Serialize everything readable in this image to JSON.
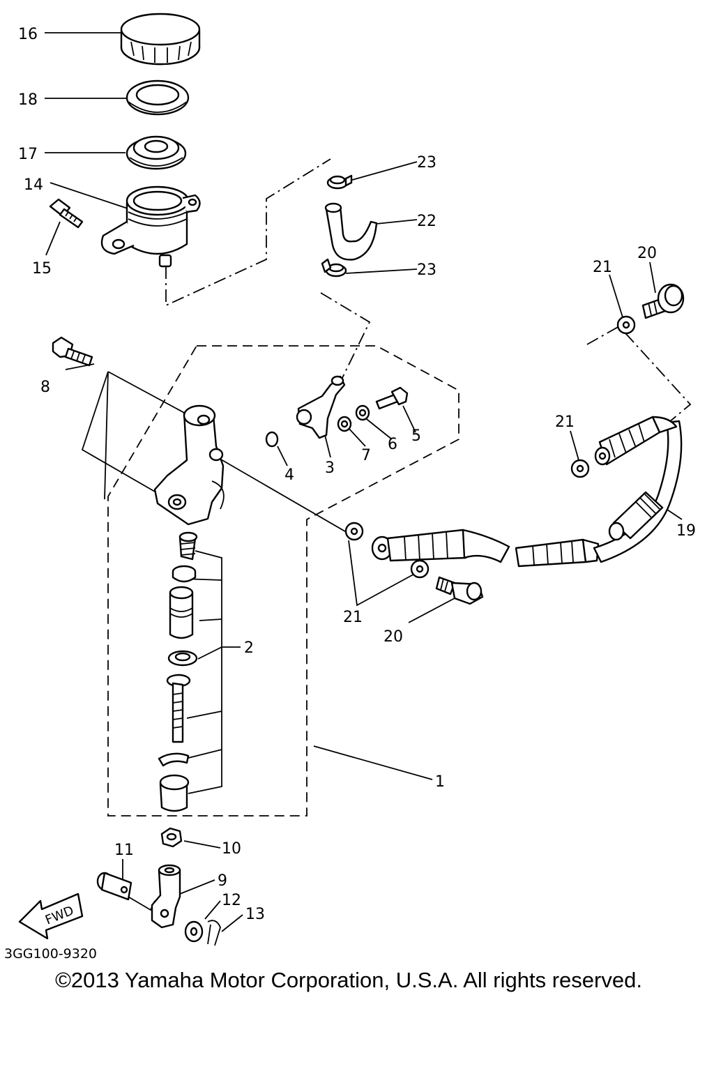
{
  "diagram": {
    "callouts": [
      "1",
      "2",
      "3",
      "4",
      "5",
      "6",
      "7",
      "8",
      "9",
      "10",
      "11",
      "12",
      "13",
      "14",
      "15",
      "16",
      "17",
      "18",
      "19",
      "20",
      "20",
      "21",
      "21",
      "21",
      "22",
      "23",
      "23"
    ],
    "fwd_arrow_text": "FWD",
    "drawing_code": "3GG100-9320",
    "copyright": "©2013 Yamaha Motor Corporation, U.S.A. All rights reserved."
  }
}
